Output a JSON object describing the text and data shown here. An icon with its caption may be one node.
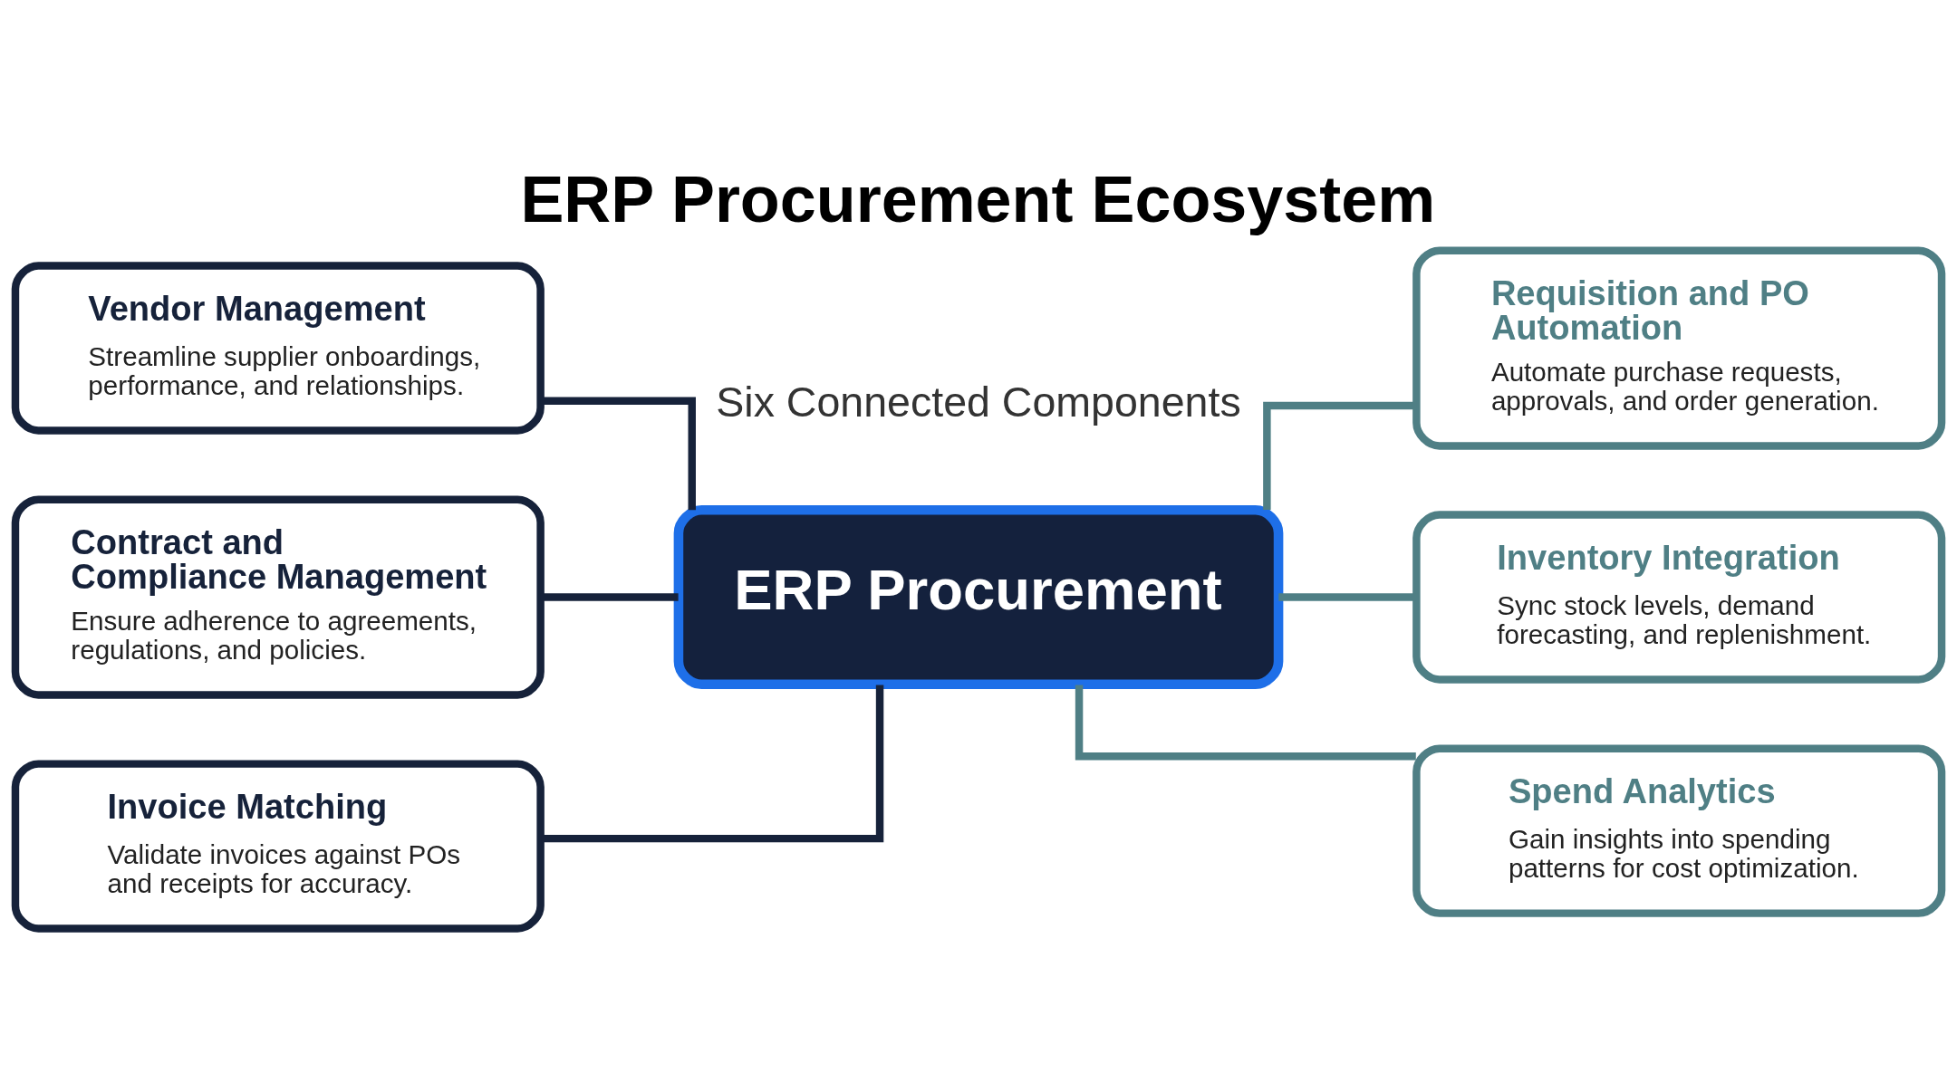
{
  "diagram": {
    "title": "ERP Procurement Ecosystem",
    "nodes": [
      {
        "text": [
          "Vendor Management",
          "Streamline supplier onboardings, performance, and relationships."
        ]
      },
      {
        "text": [
          "Requisition and PO Automation",
          "Automate purchase requests, approvals, and order generation."
        ]
      },
      {
        "text": [
          "Contract and Compliance Management",
          "Ensure adherence to agreements, regulations, and policies."
        ]
      },
      {
        "text": [
          "ERP Procurement"
        ]
      },
      {
        "text": [
          "Inventory Integration",
          "Sync stock levels, demand forecasting, and replenishment."
        ]
      },
      {
        "text": [
          "Invoice Matching",
          "Validate invoices against POs and receipts for accuracy."
        ]
      },
      {
        "text": [
          "Spend Analytics",
          "Gain insights into spending patterns for cost optimization."
        ]
      }
    ],
    "edges": [
      {
        "from": 0,
        "to": 3,
        "arrow": "none",
        "color": "#16223a"
      },
      {
        "from": 3,
        "to": 1,
        "arrow": "none",
        "color": "#4f7f85"
      },
      {
        "from": 2,
        "to": 3,
        "arrow": "none",
        "color": "#16223a"
      },
      {
        "from": 3,
        "to": 4,
        "arrow": "none",
        "color": "#4f7f85"
      },
      {
        "from": 5,
        "to": 3,
        "arrow": "none",
        "color": "#16223a"
      },
      {
        "from": 3,
        "to": 6,
        "arrow": "none",
        "color": "#4f7f85"
      }
    ],
    "labels": [
      "Six Connected Components"
    ]
  }
}
